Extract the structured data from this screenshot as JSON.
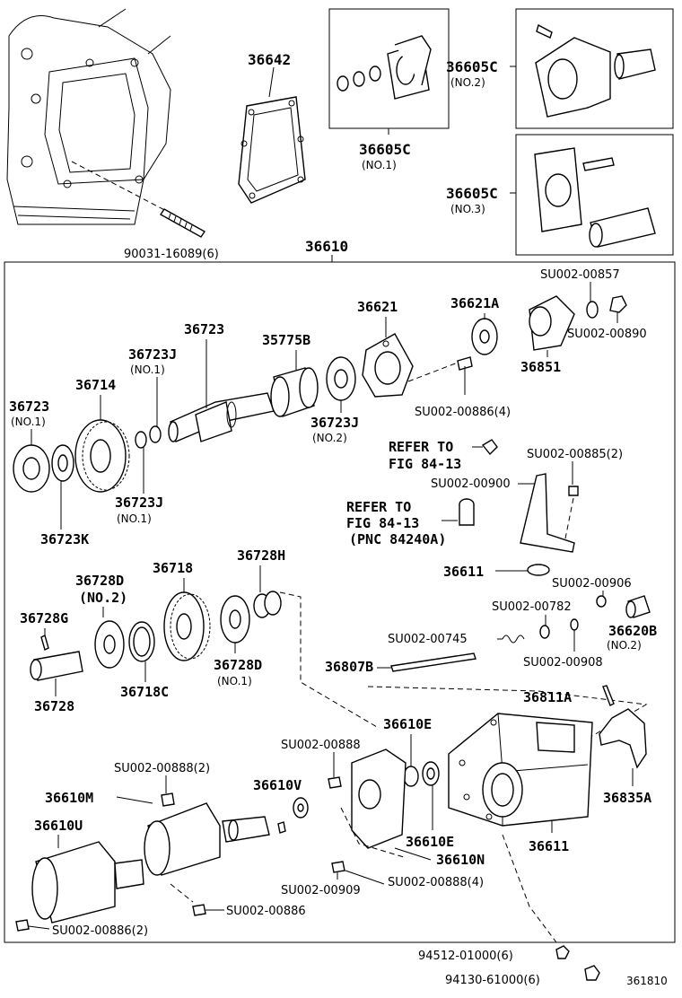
{
  "diagram_code": "361810",
  "labels": {
    "p36642": "36642",
    "p36605c_no1": "36605C",
    "p36605c_no1_sub": "(NO.1)",
    "p36605c_no2": "36605C",
    "p36605c_no2_sub": "(NO.2)",
    "p36605c_no3": "36605C",
    "p36605c_no3_sub": "(NO.3)",
    "p90031": "90031-16089(6)",
    "p36610": "36610",
    "p36723_top": "36723",
    "p36723j_no1_top": "36723J",
    "p36723j_no1_top_sub": "(NO.1)",
    "p35775b": "35775B",
    "p36621": "36621",
    "p36621a": "36621A",
    "p_su00857": "SU002-00857",
    "p_su00890": "SU002-00890",
    "p36851": "36851",
    "p36723_left": "36723",
    "p36723_left_sub": "(NO.1)",
    "p36714": "36714",
    "p36723j_no2": "36723J",
    "p36723j_no2_sub": "(NO.2)",
    "p_su00886_4": "SU002-00886(4)",
    "p36723j_no1_low": "36723J",
    "p36723j_no1_low_sub": "(NO.1)",
    "p36723k": "36723K",
    "refer1_a": "REFER TO",
    "refer1_b": "FIG 84-13",
    "p_su00885_2": "SU002-00885(2)",
    "p_su00900": "SU002-00900",
    "refer2_a": "REFER TO",
    "refer2_b": "FIG 84-13",
    "refer2_c": "(PNC 84240A)",
    "p36728h": "36728H",
    "p36718": "36718",
    "p36728d_no2": "36728D",
    "p36728d_no2_sub": "(NO.2)",
    "p36728g": "36728G",
    "p36611_small": "36611",
    "p_su00906": "SU002-00906",
    "p_su00782": "SU002-00782",
    "p36620b": "36620B",
    "p36620b_sub": "(NO.2)",
    "p_su00745": "SU002-00745",
    "p36728d_no1": "36728D",
    "p36728d_no1_sub": "(NO.1)",
    "p_su00908": "SU002-00908",
    "p36807b": "36807B",
    "p36728": "36728",
    "p36718c": "36718C",
    "p36811a": "36811A",
    "p36610e_top": "36610E",
    "p_su00888": "SU002-00888",
    "p36835a": "36835A",
    "p_su00888_2": "SU002-00888(2)",
    "p36610v": "36610V",
    "p36610m": "36610M",
    "p36610u": "36610U",
    "p36610e_low": "36610E",
    "p36611_big": "36611",
    "p36610n": "36610N",
    "p_su00909": "SU002-00909",
    "p_su00888_4": "SU002-00888(4)",
    "p_su00886": "SU002-00886",
    "p_su00886_2": "SU002-00886(2)",
    "p94512": "94512-01000(6)",
    "p94130": "94130-61000(6)"
  }
}
